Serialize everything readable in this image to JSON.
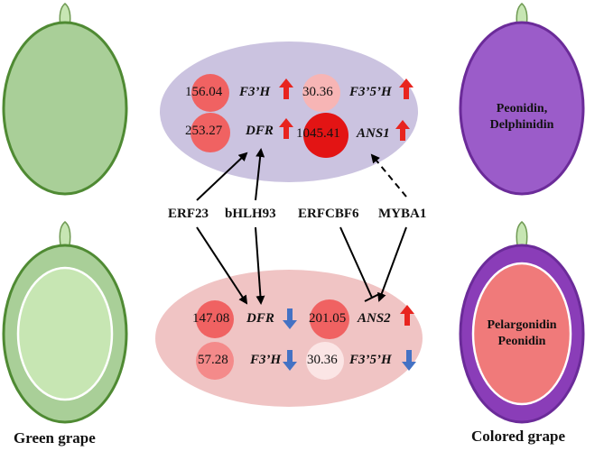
{
  "grapes": {
    "green_caption": "Green grape",
    "colored_caption": "Colored grape",
    "top_colored_pigments": [
      "Peonidin,",
      "Delphinidin"
    ],
    "bottom_colored_pigments": [
      "Pelargonidin",
      "Peonidin"
    ]
  },
  "top_cluster": {
    "genes": [
      {
        "value": "156.04",
        "gene": "F3’H",
        "direction": "up"
      },
      {
        "value": "30.36",
        "gene": "F3’5’H",
        "direction": "up"
      },
      {
        "value": "253.27",
        "gene": "DFR",
        "direction": "up"
      },
      {
        "value": "1045.41",
        "gene": "ANS1",
        "direction": "up"
      }
    ]
  },
  "bottom_cluster": {
    "genes": [
      {
        "value": "147.08",
        "gene": "DFR",
        "direction": "down"
      },
      {
        "value": "201.05",
        "gene": "ANS2",
        "direction": "up"
      },
      {
        "value": "57.28",
        "gene": "F3’H",
        "direction": "down"
      },
      {
        "value": "30.36",
        "gene": "F3’5’H",
        "direction": "down"
      }
    ]
  },
  "regulators": {
    "erf23": "ERF23",
    "bhlh93": "bHLH93",
    "erfcbf6": "ERFCBF6",
    "myba1": "MYBA1"
  },
  "colors": {
    "green_fill": "#a9cf98",
    "green_stroke": "#4f8a33",
    "purple_fill": "#9b5cc9",
    "purple_stroke": "#6b2b99",
    "top_ellipse": "#cbc3e0",
    "bottom_ellipse": "#f0c4c4",
    "up_arrow": "#e8241f",
    "down_arrow": "#4472c4",
    "pink_fill": "#f07a7a"
  }
}
